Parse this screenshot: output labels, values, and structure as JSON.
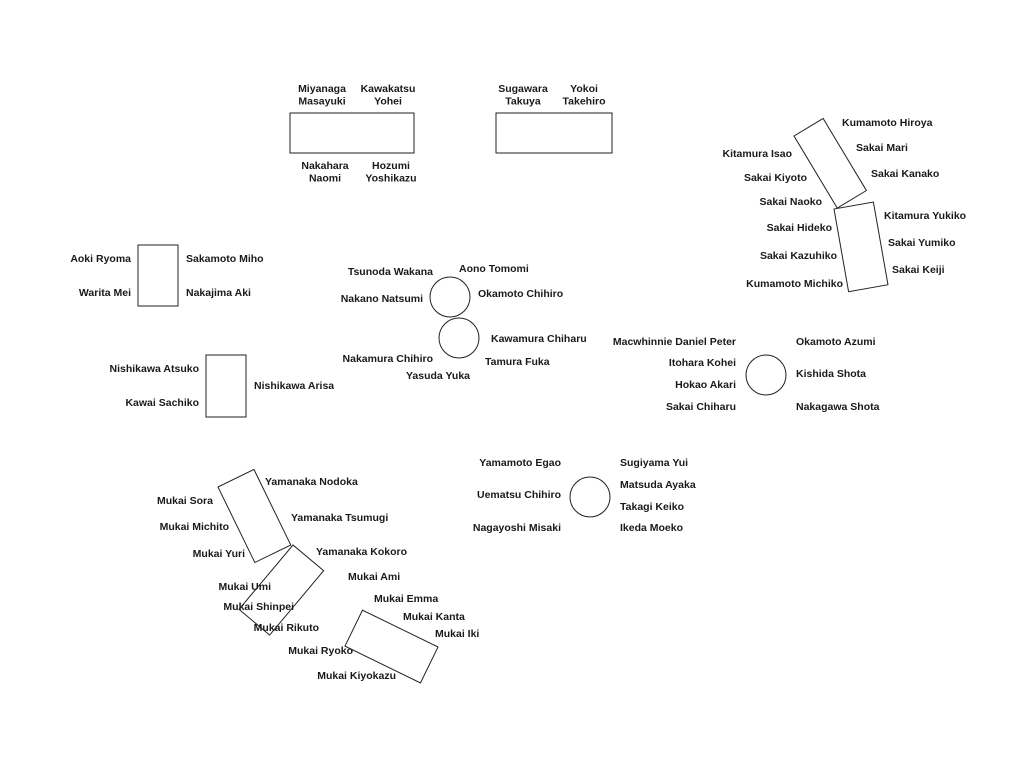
{
  "chart_data": {
    "type": "seating_chart",
    "tables": [
      {
        "id": "t1",
        "shape": "rect",
        "seats": [
          {
            "id": "t1-s1",
            "name": "Miyanaga\nMasayuki"
          },
          {
            "id": "t1-s2",
            "name": "Kawakatsu\nYohei"
          },
          {
            "id": "t1-s3",
            "name": "Nakahara\nNaomi"
          },
          {
            "id": "t1-s4",
            "name": "Hozumi\nYoshikazu"
          }
        ]
      },
      {
        "id": "t2",
        "shape": "rect",
        "seats": [
          {
            "id": "t2-s1",
            "name": "Sugawara\nTakuya"
          },
          {
            "id": "t2-s2",
            "name": "Yokoi\nTakehiro"
          }
        ]
      },
      {
        "id": "t3",
        "shape": "rect",
        "seats": [
          {
            "id": "t3-s1",
            "name": "Kumamoto Hiroya"
          },
          {
            "id": "t3-s2",
            "name": "Kitamura Isao"
          },
          {
            "id": "t3-s3",
            "name": "Sakai Mari"
          },
          {
            "id": "t3-s4",
            "name": "Sakai Kiyoto"
          },
          {
            "id": "t3-s5",
            "name": "Sakai Kanako"
          },
          {
            "id": "t3-s6",
            "name": "Sakai Naoko"
          }
        ]
      },
      {
        "id": "t4",
        "shape": "rect",
        "seats": [
          {
            "id": "t4-s1",
            "name": "Kitamura Yukiko"
          },
          {
            "id": "t4-s2",
            "name": "Sakai Hideko"
          },
          {
            "id": "t4-s3",
            "name": "Sakai Yumiko"
          },
          {
            "id": "t4-s4",
            "name": "Sakai Kazuhiko"
          },
          {
            "id": "t4-s5",
            "name": "Sakai Keiji"
          },
          {
            "id": "t4-s6",
            "name": "Kumamoto Michiko"
          }
        ]
      },
      {
        "id": "t5",
        "shape": "rect",
        "seats": [
          {
            "id": "t5-s1",
            "name": "Aoki Ryoma"
          },
          {
            "id": "t5-s2",
            "name": "Sakamoto Miho"
          },
          {
            "id": "t5-s3",
            "name": "Warita Mei"
          },
          {
            "id": "t5-s4",
            "name": "Nakajima Aki"
          }
        ]
      },
      {
        "id": "t6",
        "shape": "round",
        "seats": [
          {
            "id": "t6-s1",
            "name": "Tsunoda Wakana"
          },
          {
            "id": "t6-s2",
            "name": "Aono Tomomi"
          },
          {
            "id": "t6-s3",
            "name": "Nakano Natsumi"
          },
          {
            "id": "t6-s4",
            "name": "Okamoto Chihiro"
          }
        ]
      },
      {
        "id": "t7",
        "shape": "round",
        "seats": [
          {
            "id": "t7-s1",
            "name": "Kawamura Chiharu"
          },
          {
            "id": "t7-s2",
            "name": "Nakamura Chihiro"
          },
          {
            "id": "t7-s3",
            "name": "Tamura Fuka"
          },
          {
            "id": "t7-s4",
            "name": "Yasuda Yuka"
          }
        ]
      },
      {
        "id": "t8",
        "shape": "rect",
        "seats": [
          {
            "id": "t8-s1",
            "name": "Nishikawa Atsuko"
          },
          {
            "id": "t8-s2",
            "name": "Nishikawa Arisa"
          },
          {
            "id": "t8-s3",
            "name": "Kawai Sachiko"
          }
        ]
      },
      {
        "id": "t9",
        "shape": "round",
        "seats": [
          {
            "id": "t9-s1",
            "name": "Macwhinnie Daniel Peter"
          },
          {
            "id": "t9-s2",
            "name": "Okamoto Azumi"
          },
          {
            "id": "t9-s3",
            "name": "Itohara Kohei"
          },
          {
            "id": "t9-s4",
            "name": "Kishida Shota"
          },
          {
            "id": "t9-s5",
            "name": "Hokao Akari"
          },
          {
            "id": "t9-s6",
            "name": "Sakai Chiharu"
          },
          {
            "id": "t9-s7",
            "name": "Nakagawa Shota"
          }
        ]
      },
      {
        "id": "t10",
        "shape": "round",
        "seats": [
          {
            "id": "t10-s1",
            "name": "Yamamoto Egao"
          },
          {
            "id": "t10-s2",
            "name": "Sugiyama Yui"
          },
          {
            "id": "t10-s3",
            "name": "Matsuda Ayaka"
          },
          {
            "id": "t10-s4",
            "name": "Uematsu Chihiro"
          },
          {
            "id": "t10-s5",
            "name": "Takagi Keiko"
          },
          {
            "id": "t10-s6",
            "name": "Nagayoshi Misaki"
          },
          {
            "id": "t10-s7",
            "name": "Ikeda Moeko"
          }
        ]
      },
      {
        "id": "t11",
        "shape": "rect",
        "seats": [
          {
            "id": "t11-s1",
            "name": "Yamanaka Nodoka"
          },
          {
            "id": "t11-s2",
            "name": "Mukai Sora"
          },
          {
            "id": "t11-s3",
            "name": "Mukai Michito"
          },
          {
            "id": "t11-s4",
            "name": "Yamanaka Tsumugi"
          },
          {
            "id": "t11-s5",
            "name": "Mukai Yuri"
          }
        ]
      },
      {
        "id": "t12",
        "shape": "rect",
        "seats": [
          {
            "id": "t12-s1",
            "name": "Yamanaka Kokoro"
          },
          {
            "id": "t12-s2",
            "name": "Mukai Ami"
          },
          {
            "id": "t12-s3",
            "name": "Mukai Umi"
          },
          {
            "id": "t12-s4",
            "name": "Mukai Shinpei"
          },
          {
            "id": "t12-s5",
            "name": "Mukai Rikuto"
          }
        ]
      },
      {
        "id": "t13",
        "shape": "rect",
        "seats": [
          {
            "id": "t13-s1",
            "name": "Mukai Emma"
          },
          {
            "id": "t13-s2",
            "name": "Mukai Kanta"
          },
          {
            "id": "t13-s3",
            "name": "Mukai Iki"
          },
          {
            "id": "t13-s4",
            "name": "Mukai Ryoko"
          },
          {
            "id": "t13-s5",
            "name": "Mukai Kiyokazu"
          }
        ]
      }
    ]
  }
}
